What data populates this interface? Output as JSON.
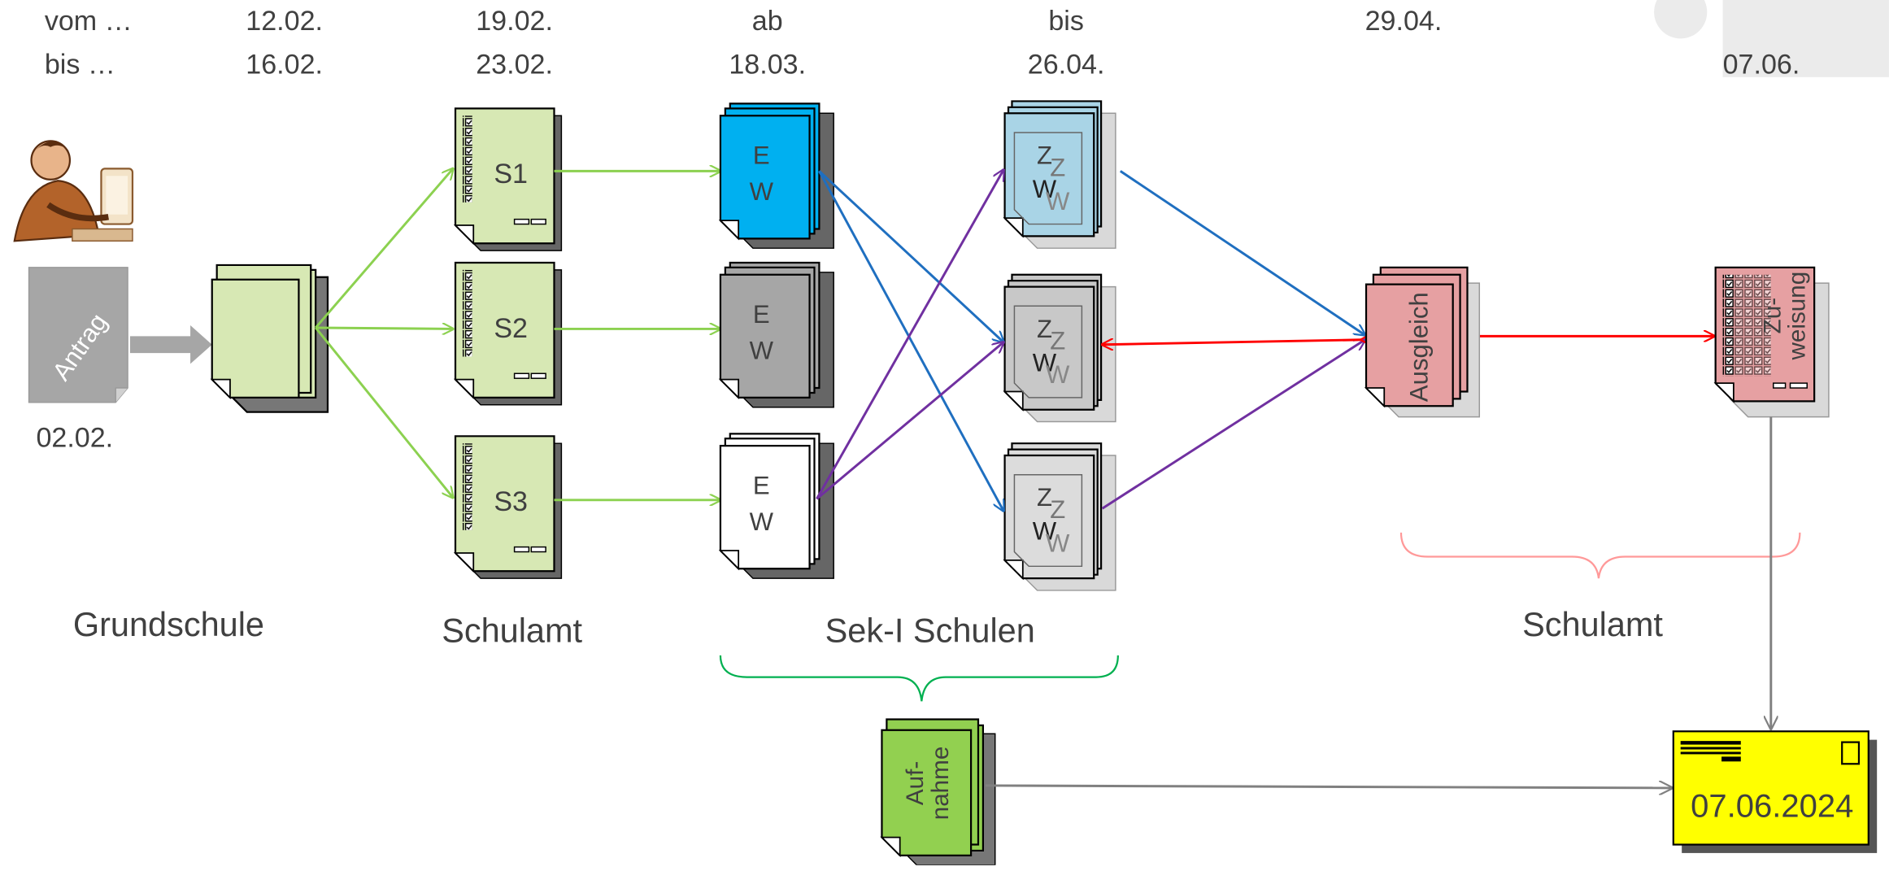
{
  "dates": {
    "row_labels": {
      "from": "vom …",
      "to": "bis   …"
    },
    "columns": [
      {
        "from": "12.02.",
        "to": "16.02."
      },
      {
        "from": "19.02.",
        "to": "23.02."
      },
      {
        "from": "ab",
        "to": "18.03."
      },
      {
        "from": "bis",
        "to": "26.04."
      },
      {
        "from": "29.04.",
        "to": ""
      },
      {
        "from": "",
        "to": "07.06."
      }
    ],
    "antrag_date": "02.02."
  },
  "documents": {
    "antrag": "Antrag",
    "schools": [
      "S1",
      "S2",
      "S3"
    ],
    "ew": {
      "e": "E",
      "w": "W"
    },
    "zw": {
      "z": "Z",
      "w": "W"
    },
    "ausgleich": "Ausgleich",
    "zuweisung": [
      "Zu-",
      "weisung"
    ],
    "aufnahme": [
      "Auf-",
      "nahme"
    ],
    "letter_date": "07.06.2024"
  },
  "stages": {
    "grundschule": "Grundschule",
    "schulamt_1": "Schulamt",
    "sek1": "Sek-I Schulen",
    "schulamt_2": "Schulamt"
  },
  "colors": {
    "light_green": "#d7e8b4",
    "green_arrow": "#8cd150",
    "blue_doc": "#00b0f0",
    "grey_doc": "#a6a6a6",
    "light_blue_doc": "#a9d4e6",
    "pink_doc": "#e6a0a2",
    "aufnahme_green": "#92d050",
    "letter_yellow": "#ffff00",
    "blue_arrow": "#1f6fc0",
    "purple_arrow": "#7030a0",
    "red_arrow": "#ff0000",
    "brace_green": "#00b050",
    "brace_pink": "#ff9999"
  }
}
